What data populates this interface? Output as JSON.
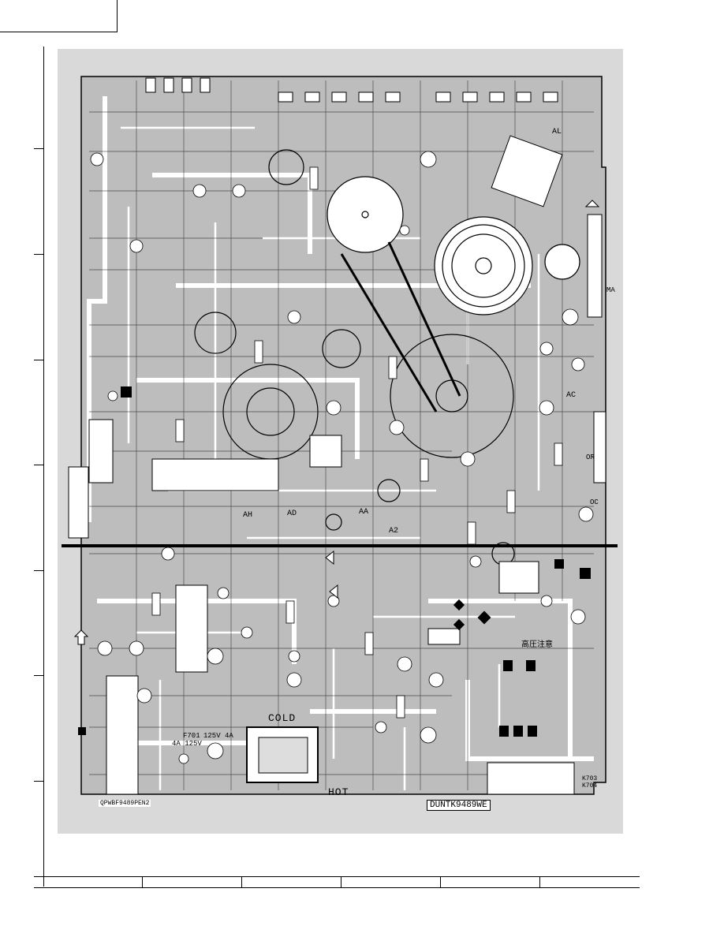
{
  "labels": {
    "cold": "COLD",
    "hot": "HOT",
    "fuse_ref": "F701",
    "fuse_rating": "125V 4A",
    "fuse_rating2": "4A 125V",
    "high_voltage_warning": "高圧注意",
    "pcb_code": "DUNTK9489WE",
    "pcb_code2": "QPWBF9489PEN2",
    "k703": "K703",
    "k704": "K704",
    "al": "AL",
    "ma": "MA",
    "ac": "AC",
    "ah": "AH",
    "ad": "AD",
    "aa": "AA",
    "a2": "A2",
    "or": "OR",
    "oc": "OC"
  },
  "colors": {
    "board": "#d9d9d9",
    "trace": "#ffffff",
    "ink": "#000000"
  }
}
